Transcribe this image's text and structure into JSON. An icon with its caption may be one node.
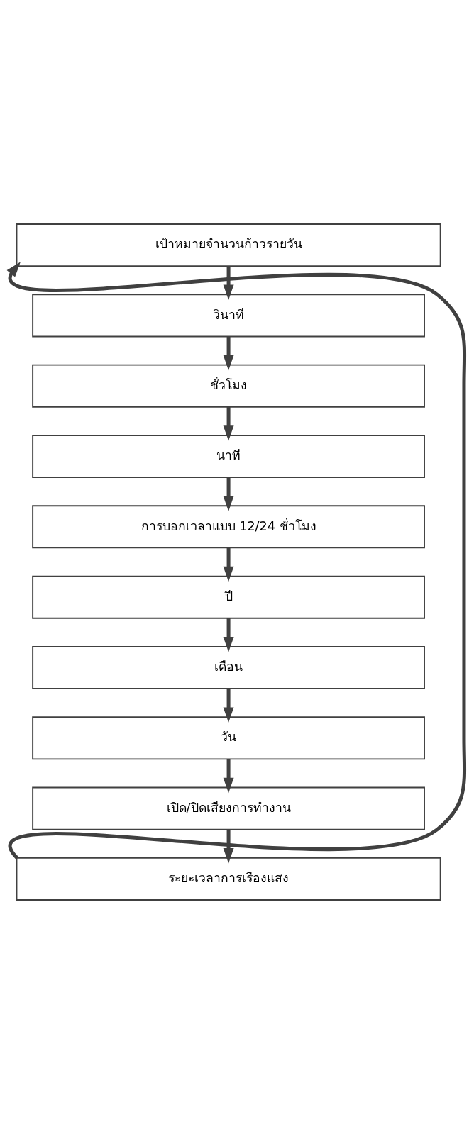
{
  "diagram": {
    "nodes": [
      {
        "text": [
          "เป้าหมายจำนวนก้าวรายวัน"
        ]
      },
      {
        "text": [
          "วินาที"
        ]
      },
      {
        "text": [
          "ชั่วโมง"
        ]
      },
      {
        "text": [
          "นาที"
        ]
      },
      {
        "text": [
          "การบอกเวลาแบบ 12/24 ชั่วโมง"
        ]
      },
      {
        "text": [
          "ปี"
        ]
      },
      {
        "text": [
          "เดือน"
        ]
      },
      {
        "text": [
          "วัน"
        ]
      },
      {
        "text": [
          "เปิด/ปิดเสียงการทำงาน"
        ]
      },
      {
        "text": [
          "ระยะเวลาการเรืองแสง"
        ]
      }
    ],
    "edges": [
      {
        "from": 0,
        "to": 1,
        "arrow": "to"
      },
      {
        "from": 1,
        "to": 2,
        "arrow": "to"
      },
      {
        "from": 2,
        "to": 3,
        "arrow": "to"
      },
      {
        "from": 3,
        "to": 4,
        "arrow": "to"
      },
      {
        "from": 4,
        "to": 5,
        "arrow": "to"
      },
      {
        "from": 5,
        "to": 6,
        "arrow": "to"
      },
      {
        "from": 6,
        "to": 7,
        "arrow": "to"
      },
      {
        "from": 7,
        "to": 8,
        "arrow": "to"
      },
      {
        "from": 8,
        "to": 9,
        "arrow": "to"
      },
      {
        "from": 9,
        "to": 0,
        "arrow": "to"
      }
    ]
  }
}
